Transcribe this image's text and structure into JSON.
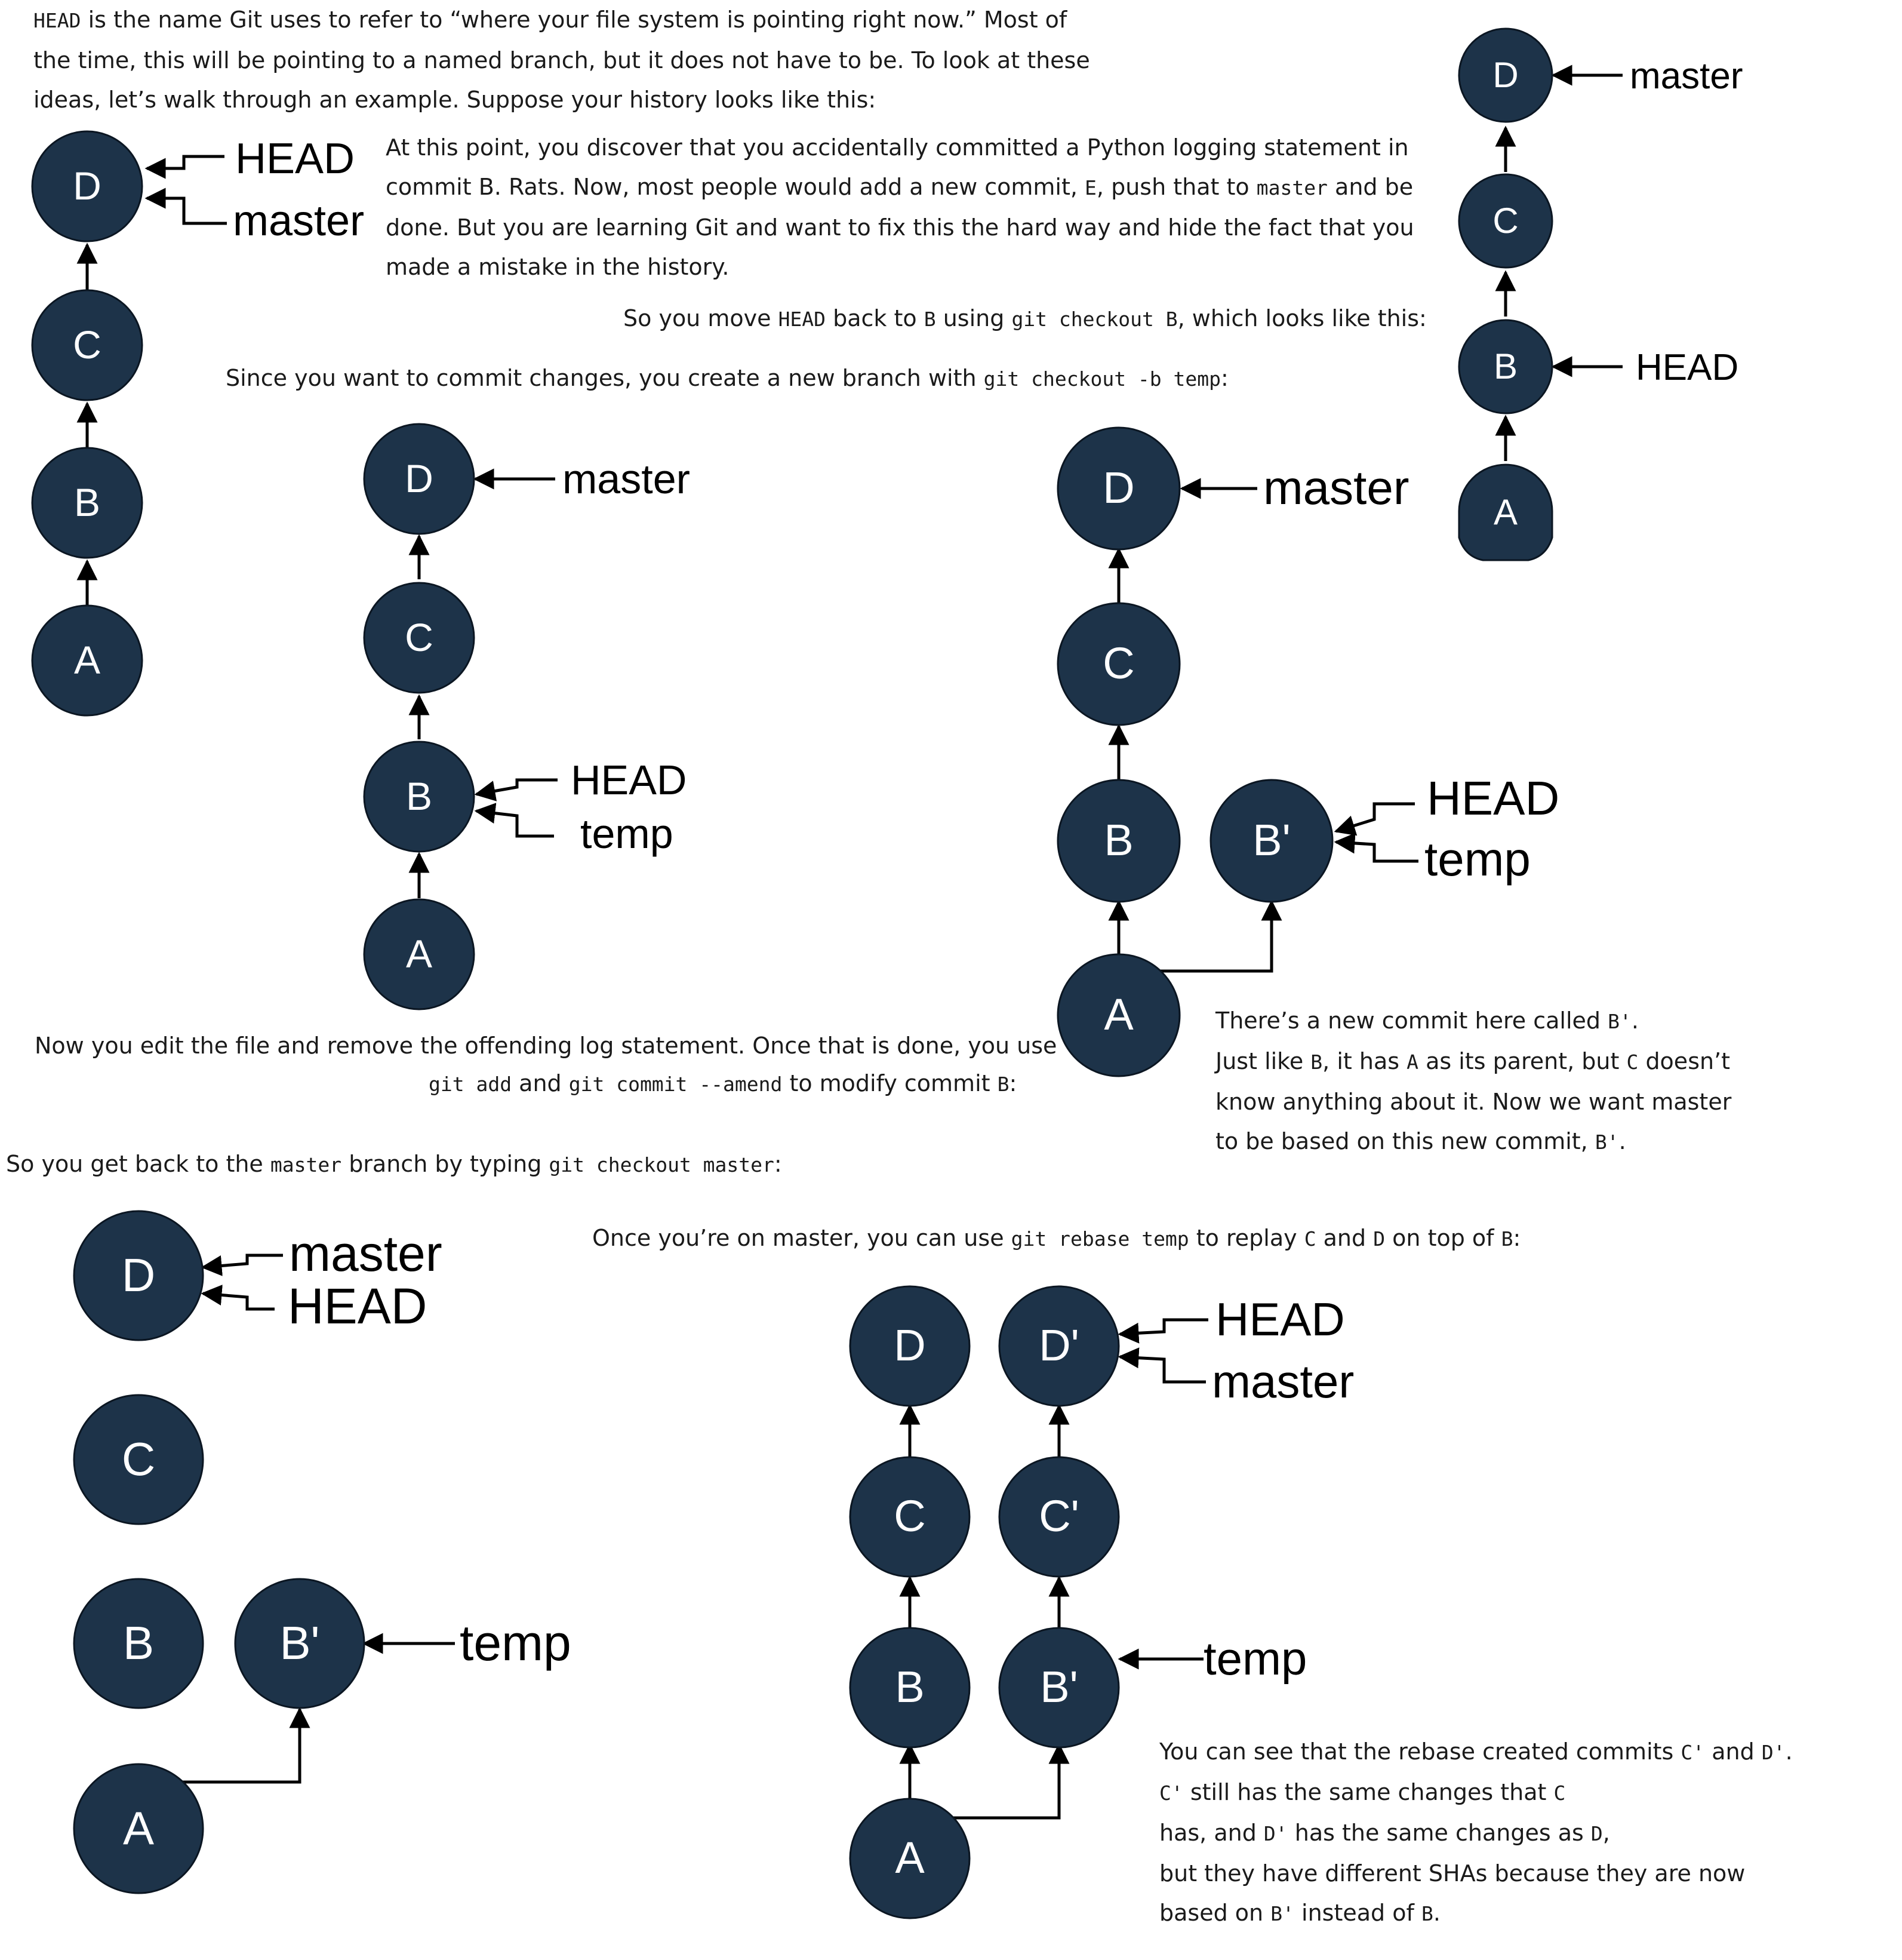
{
  "colors": {
    "node_fill": "#1d3349",
    "node_text": "#ffffff",
    "edge": "#000000",
    "body_text": "#1a1a1a"
  },
  "paragraphs": {
    "p1": {
      "l1_code": "HEAD",
      "l1_text": " is the name Git uses to refer to “where your file system is pointing right now.” Most of",
      "l2": "the time, this will be pointing to a named branch, but it does not have to be. To look at these",
      "l3": "ideas, let’s walk through an example. Suppose your history looks like this:"
    },
    "p2": {
      "l1": "At this point, you discover that you accidentally committed a Python logging statement in",
      "l2a": "commit B. Rats. Now, most people would add a new commit, ",
      "l2b": "E",
      "l2c": ", push that to ",
      "l2d": "master",
      "l2e": " and be",
      "l3": "done. But you are learning Git and want to fix this the hard way and hide the fact that you",
      "l4": "made a mistake in the history."
    },
    "p3": {
      "a": "So you move ",
      "b": "HEAD",
      "c": " back to ",
      "d": "B",
      "e": " using ",
      "f": "git checkout B",
      "g": ", which looks like this:"
    },
    "p4": {
      "a": "Since you want to commit changes, you create a new branch with ",
      "b": "git checkout -b temp",
      "c": ":"
    },
    "p5": {
      "l1": "Now you edit the file and remove the offending log statement. Once that is done, you use",
      "a": "git add",
      "b": " and ",
      "c": "git commit --amend",
      "d": " to modify commit ",
      "e": "B",
      "f": ":"
    },
    "p6": {
      "l1a": "There’s a new commit here called ",
      "l1b": "B'",
      "l1c": ".",
      "l2a": "Just like ",
      "l2b": "B",
      "l2c": ", it has ",
      "l2d": "A",
      "l2e": " as its parent, but ",
      "l2f": "C",
      "l2g": " doesn’t",
      "l3": "know anything about it. Now we want master",
      "l4a": "to be based on this new commit, ",
      "l4b": "B'",
      "l4c": "."
    },
    "p7": {
      "a": "So you get back to the ",
      "b": "master",
      "c": " branch by typing ",
      "d": "git checkout master",
      "e": ":"
    },
    "p8": {
      "a": "Once you’re on master, you can use ",
      "b": "git rebase temp",
      "c": " to replay ",
      "d": "C",
      "e": " and ",
      "f": "D",
      "g": " on top of ",
      "h": "B",
      "i": ":"
    },
    "p9": {
      "l1a": "You can see that the rebase created commits ",
      "l1b": "C'",
      "l1c": " and ",
      "l1d": "D'",
      "l1e": ".",
      "l2a": "C'",
      "l2b": " still has the same changes that ",
      "l2c": "C",
      "l3a": "has, and ",
      "l3b": "D'",
      "l3c": " has the same changes as ",
      "l3d": "D",
      "l3e": ",",
      "l4": "but they have different SHAs because they are now",
      "l5a": "based on ",
      "l5b": "B'",
      "l5c": " instead of ",
      "l5d": "B",
      "l5e": "."
    }
  },
  "diagrams": {
    "d1": {
      "nodes": [
        "D",
        "C",
        "B",
        "A"
      ],
      "refs": [
        "HEAD",
        "master"
      ]
    },
    "d2": {
      "nodes": [
        "D",
        "C",
        "B",
        "A"
      ],
      "refs": [
        "master",
        "HEAD"
      ]
    },
    "d3": {
      "nodes": [
        "D",
        "C",
        "B",
        "A"
      ],
      "refs": [
        "master",
        "HEAD",
        "temp"
      ]
    },
    "d4": {
      "nodes": [
        "D",
        "C",
        "B",
        "A",
        "B'"
      ],
      "refs": [
        "master",
        "HEAD",
        "temp"
      ]
    },
    "d5": {
      "nodes": [
        "D",
        "C",
        "B",
        "A",
        "B'"
      ],
      "refs": [
        "master",
        "HEAD",
        "temp"
      ]
    },
    "d6": {
      "nodes": [
        "D",
        "C",
        "B",
        "A",
        "D'",
        "C'",
        "B'"
      ],
      "refs": [
        "HEAD",
        "master",
        "temp"
      ]
    }
  }
}
